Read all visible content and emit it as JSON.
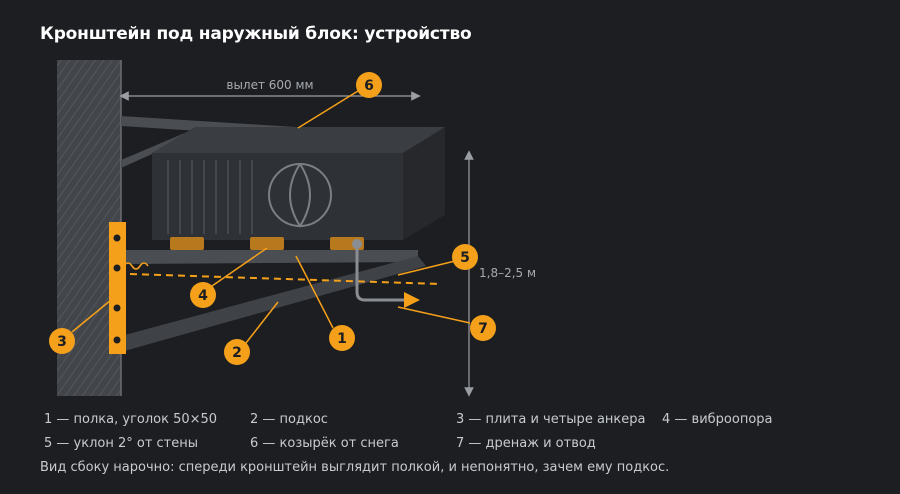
{
  "title": "Кронштейн под наружный блок: устройство",
  "dimensions": {
    "reach": "вылет 600 мм",
    "height": "1,8–2,5 м"
  },
  "callouts": [
    "1",
    "2",
    "3",
    "4",
    "5",
    "6",
    "7"
  ],
  "legend": [
    "1 — полка, уголок 50×50",
    "2 — подкос",
    "3 — плита и четыре анкера",
    "4 — виброопора",
    "5 — уклон 2° от стены",
    "6 — козырёк от снега",
    "7 — дренаж и отвод"
  ],
  "note": "Вид сбоку нарочно: спереди кронштейн выглядит полкой, и непонятно, зачем ему подкос.",
  "colors": {
    "background": "#1c1e21",
    "accent": "#f5a01a",
    "wall": "#45484c",
    "unit": "#2e3135",
    "metal": "#4a4d52",
    "pad": "#b8781e"
  }
}
